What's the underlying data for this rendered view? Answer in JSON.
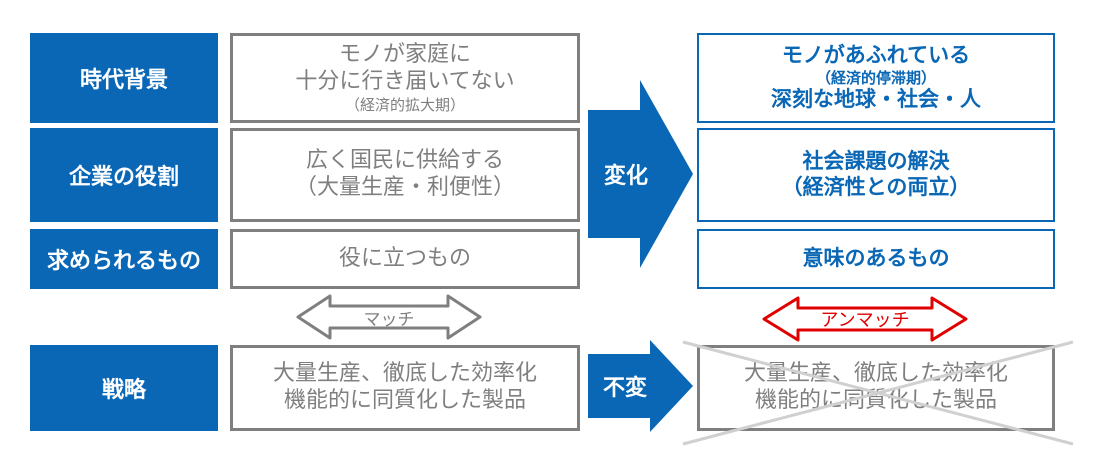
{
  "colors": {
    "blue": "#0a67b6",
    "grey": "#7f7f7f",
    "red": "#e00000"
  },
  "rows": {
    "era": {
      "label": "時代背景",
      "current": [
        "モノが家庭に",
        "十分に行き届いてない",
        "（経済的拡大期）"
      ],
      "future": [
        "モノがあふれている",
        "（経済的停滞期）",
        "深刻な地球・社会・人"
      ]
    },
    "role": {
      "label": "企業の役割",
      "current": [
        "広く国民に供給する",
        "（大量生産・利便性）"
      ],
      "future": [
        "社会課題の解決",
        "（経済性との両立）"
      ]
    },
    "needs": {
      "label": "求められるもの",
      "current": [
        "役に立つもの"
      ],
      "future": [
        "意味のあるもの"
      ]
    },
    "strategy": {
      "label": "戦略",
      "current": [
        "大量生産、徹底した効率化",
        "機能的に同質化した製品"
      ],
      "future": [
        "大量生産、徹底した効率化",
        "機能的に同質化した製品"
      ]
    }
  },
  "arrows": {
    "change": "変化",
    "unchanged": "不変"
  },
  "match": {
    "left": "マッチ",
    "right": "アンマッチ"
  }
}
